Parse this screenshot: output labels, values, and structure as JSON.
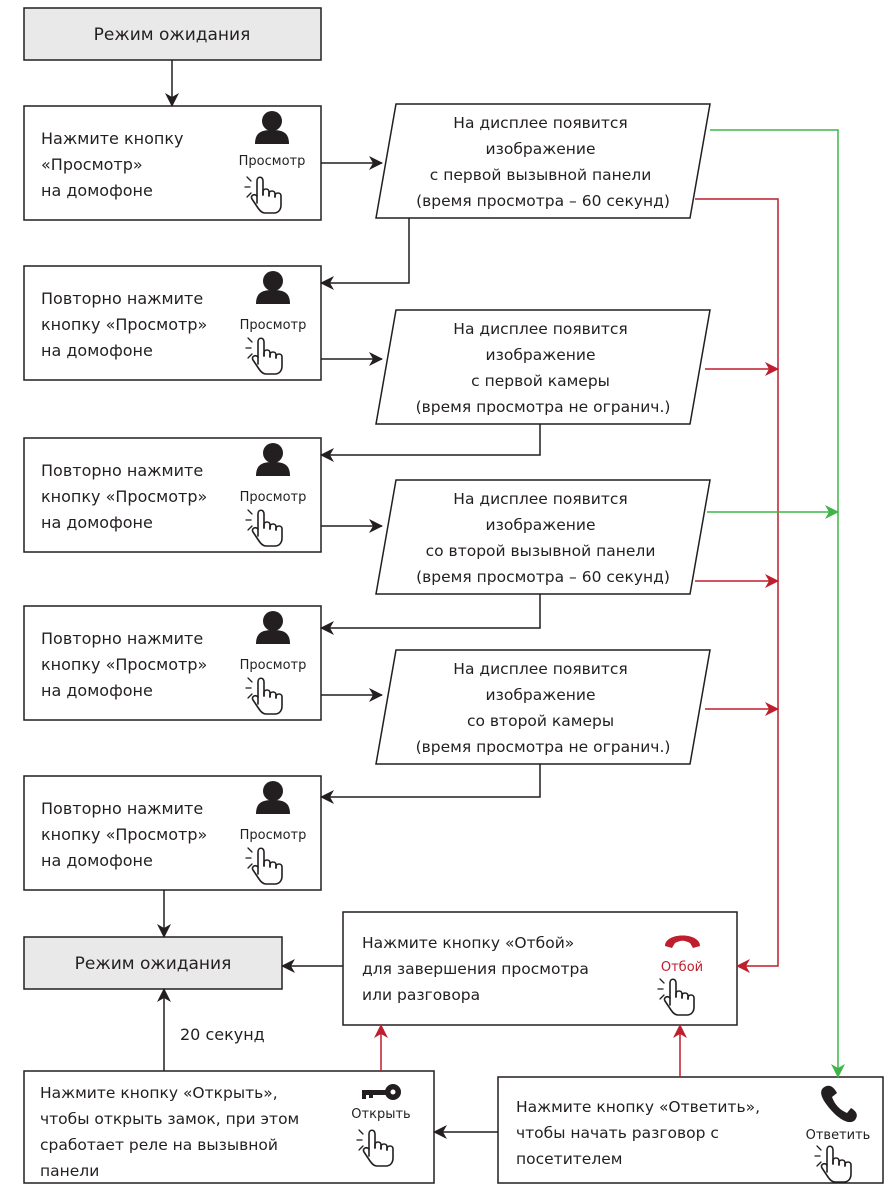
{
  "standby_top": "Режим ожидания",
  "standby_bottom": "Режим ожидания",
  "press_view_1": [
    "Нажмите кнопку",
    "«Просмотр»",
    "на домофоне"
  ],
  "press_view_2": [
    "Повторно нажмите",
    "кнопку «Просмотр»",
    "на домофоне"
  ],
  "press_view_3": [
    "Повторно нажмите",
    "кнопку «Просмотр»",
    "на домофоне"
  ],
  "press_view_4": [
    "Повторно нажмите",
    "кнопку «Просмотр»",
    "на домофоне"
  ],
  "press_view_5": [
    "Повторно нажмите",
    "кнопку «Просмотр»",
    "на домофоне"
  ],
  "view_button_label": "Просмотр",
  "display_1": [
    "На дисплее появится",
    "изображение",
    "с первой вызывной панели",
    "(время просмотра – 60 секунд)"
  ],
  "display_2": [
    "На дисплее появится",
    "изображение",
    "с первой камеры",
    "(время просмотра не огранич.)"
  ],
  "display_3": [
    "На дисплее появится",
    "изображение",
    "со второй вызывной панели",
    "(время просмотра – 60 секунд)"
  ],
  "display_4": [
    "На дисплее появится",
    "изображение",
    "со второй камеры",
    "(время просмотра не огранич.)"
  ],
  "hangup_box": [
    "Нажмите кнопку «Отбой»",
    "для завершения просмотра",
    "или разговора"
  ],
  "hangup_button_label": "Отбой",
  "open_box": [
    "Нажмите кнопку «Открыть»,",
    "чтобы открыть замок, при этом",
    "сработает реле на вызывной",
    "панели"
  ],
  "open_button_label": "Открыть",
  "answer_box": [
    "Нажмите кнопку «Ответить»,",
    "чтобы начать разговор с",
    "посетителем"
  ],
  "answer_button_label": "Ответить",
  "timeout_label": "20 секунд",
  "colors": {
    "line": "#231f20",
    "green": "#3fb549",
    "red": "#be1e2d",
    "standby_fill": "#e9e9e9"
  },
  "icons": [
    "person-icon",
    "hand-pointer-icon",
    "hangup-phone-icon",
    "key-icon",
    "handset-icon"
  ]
}
